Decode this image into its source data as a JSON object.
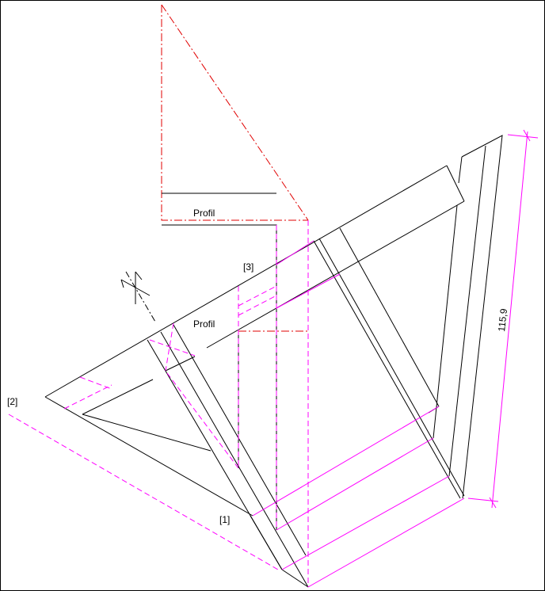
{
  "labels": {
    "profil_top": "Profil",
    "profil_mid": "Profil",
    "marker_1": "[1]",
    "marker_2": "[2]",
    "marker_3": "[3]",
    "dimension": "115,9"
  },
  "colors": {
    "geometry": "#000000",
    "section_line": "#e00000",
    "construction": "#ff00ff"
  }
}
